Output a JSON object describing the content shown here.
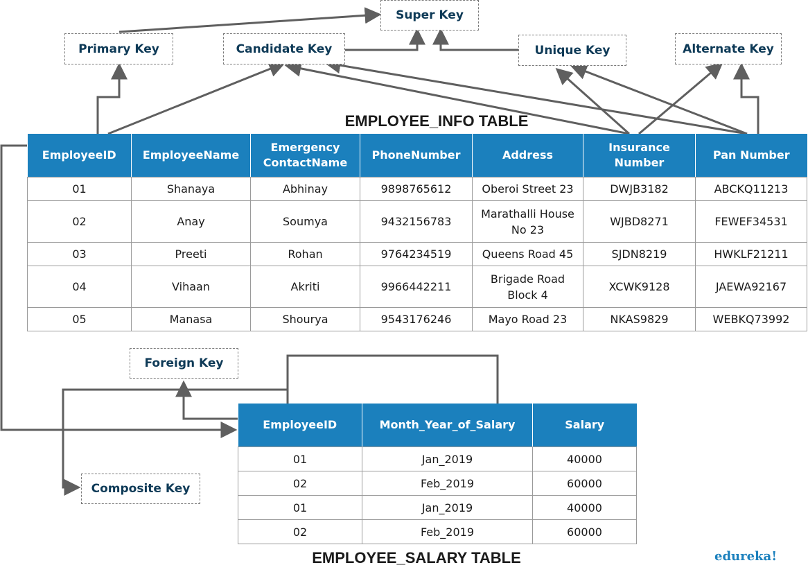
{
  "keys": {
    "super_key": "Super Key",
    "primary_key": "Primary Key",
    "candidate_key": "Candidate Key",
    "unique_key": "Unique Key",
    "alternate_key": "Alternate Key",
    "foreign_key": "Foreign Key",
    "composite_key": "Composite Key"
  },
  "employee_info": {
    "title": "EMPLOYEE_INFO TABLE",
    "columns": [
      "EmployeeID",
      "EmployeeName",
      "Emergency ContactName",
      "PhoneNumber",
      "Address",
      "Insurance Number",
      "Pan Number"
    ],
    "rows": [
      [
        "01",
        "Shanaya",
        "Abhinay",
        "9898765612",
        "Oberoi Street 23",
        "DWJB3182",
        "ABCKQ11213"
      ],
      [
        "02",
        "Anay",
        "Soumya",
        "9432156783",
        "Marathalli House No 23",
        "WJBD8271",
        "FEWEF34531"
      ],
      [
        "03",
        "Preeti",
        "Rohan",
        "9764234519",
        "Queens Road 45",
        "SJDN8219",
        "HWKLF21211"
      ],
      [
        "04",
        "Vihaan",
        "Akriti",
        "9966442211",
        "Brigade Road Block 4",
        "XCWK9128",
        "JAEWA92167"
      ],
      [
        "05",
        "Manasa",
        "Shourya",
        "9543176246",
        "Mayo Road 23",
        "NKAS9829",
        "WEBKQ73992"
      ]
    ]
  },
  "employee_salary": {
    "title": "EMPLOYEE_SALARY TABLE",
    "columns": [
      "EmployeeID",
      "Month_Year_of_Salary",
      "Salary"
    ],
    "rows": [
      [
        "01",
        "Jan_2019",
        "40000"
      ],
      [
        "02",
        "Feb_2019",
        "60000"
      ],
      [
        "01",
        "Jan_2019",
        "40000"
      ],
      [
        "02",
        "Feb_2019",
        "60000"
      ]
    ]
  },
  "brand": "edureka!",
  "colors": {
    "header_bg": "#1b80bd",
    "key_text": "#0e3a57",
    "connector": "#5f5f5f"
  }
}
